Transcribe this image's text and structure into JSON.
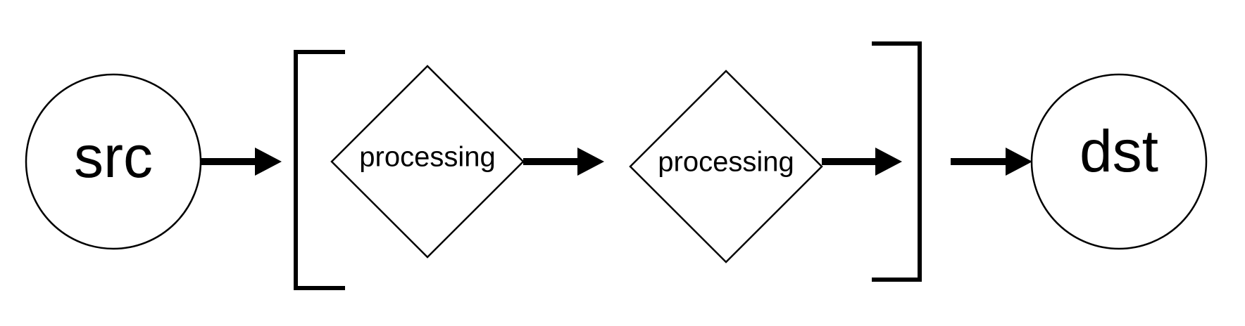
{
  "nodes": {
    "source": {
      "label": "src"
    },
    "process_1": {
      "label": "processing"
    },
    "process_2": {
      "label": "processing"
    },
    "destination": {
      "label": "dst"
    }
  },
  "colors": {
    "stroke": "#000000",
    "fill": "#ffffff",
    "text": "#000000"
  }
}
